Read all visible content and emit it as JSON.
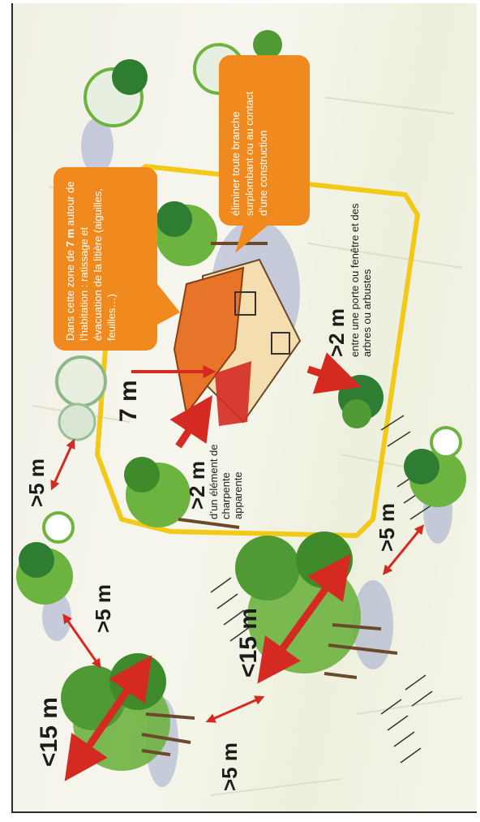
{
  "colors": {
    "arrow": "#d42a22",
    "zone": "#f2c400",
    "bubble_orange": "#f08a1e",
    "tree_light": "#6db33f",
    "tree_dark": "#2e7d32",
    "house_roof": "#e8742a",
    "house_wall": "#f4deb0",
    "shadow": "#6f7fbf"
  },
  "bubbles": {
    "zone_7m_prefix": "Dans cette zone de ",
    "zone_7m_bold": "7 m",
    "zone_7m_rest": " autour de l’habitation : ratissage et évacuation de la litière (aiguilles, feuilles…)",
    "branch": "éliminer toute branche surplombant ou au contact d’une construction"
  },
  "distances": {
    "house_7m": "7 m",
    "beam_2m": ">2 m",
    "beam_note": "d’un élément de charpente apparente",
    "door_2m": ">2 m",
    "door_note": "entre une porte ou fenêtre et des arbres ou arbustes",
    "top_5m_a": ">5 m",
    "top_5m_b": ">5 m",
    "left_15m": "<15 m",
    "bottom_5m": ">5 m",
    "center_15m": "<15 m",
    "right_5m": ">5 m"
  },
  "icons": [
    "tree-icon",
    "house-icon",
    "double-arrow-icon"
  ]
}
